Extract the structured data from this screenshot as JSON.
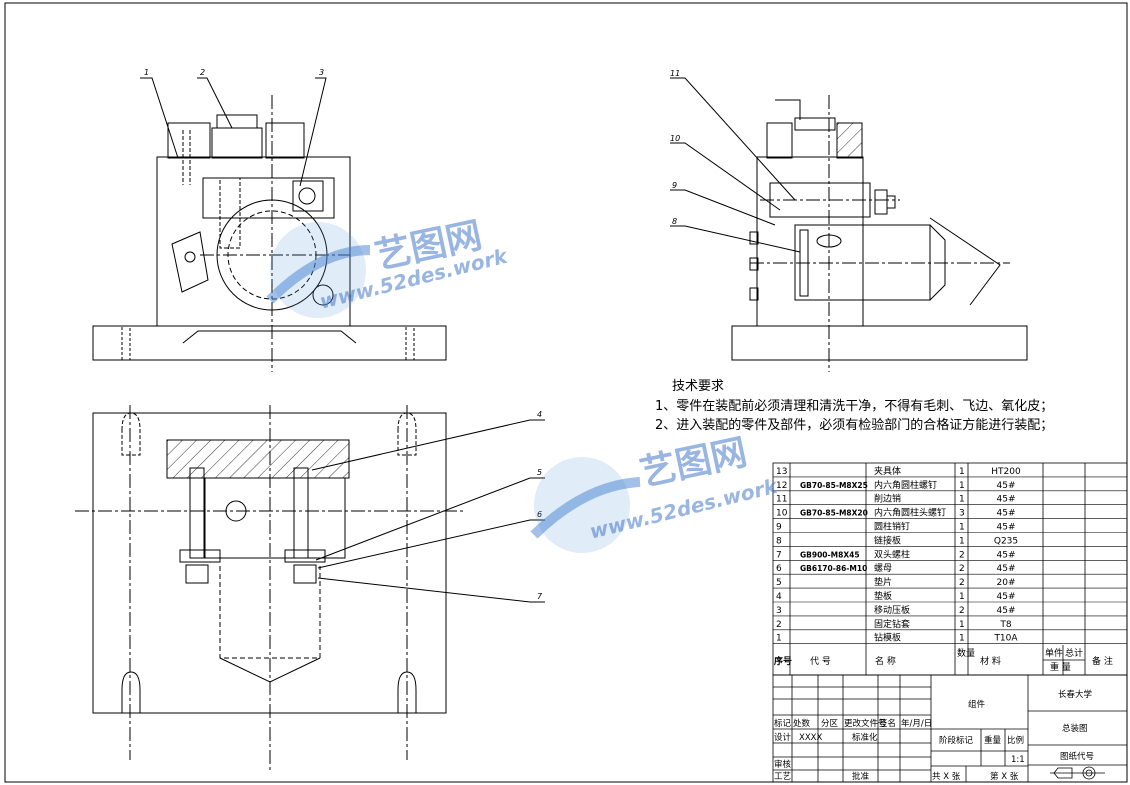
{
  "callouts": [
    "1",
    "2",
    "3",
    "4",
    "5",
    "6",
    "7",
    "8",
    "9",
    "10",
    "11"
  ],
  "technical_requirements": {
    "heading": "技术要求",
    "items": [
      "1、零件在装配前必须清理和清洗干净，不得有毛刺、飞边、氧化皮；",
      "2、进入装配的零件及部件，必须有检验部门的合格证方能进行装配；"
    ]
  },
  "watermark": {
    "logo_text": "艺图网",
    "url": "www.52des.work"
  },
  "bom": {
    "rows": [
      {
        "no": "13",
        "code": "",
        "name": "夹具体",
        "qty": "1",
        "material": "HT200"
      },
      {
        "no": "12",
        "code": "GB70-85-M8X25",
        "name": "内六角圆柱螺钉",
        "qty": "1",
        "material": "45#"
      },
      {
        "no": "11",
        "code": "",
        "name": "削边销",
        "qty": "1",
        "material": "45#"
      },
      {
        "no": "10",
        "code": "GB70-85-M8X20",
        "name": "内六角圆柱头螺钉",
        "qty": "3",
        "material": "45#"
      },
      {
        "no": "9",
        "code": "",
        "name": "圆柱销钉",
        "qty": "1",
        "material": "45#"
      },
      {
        "no": "8",
        "code": "",
        "name": "链接板",
        "qty": "1",
        "material": "Q235"
      },
      {
        "no": "7",
        "code": "GB900-M8X45",
        "name": "双头螺柱",
        "qty": "2",
        "material": "45#"
      },
      {
        "no": "6",
        "code": "GB6170-86-M10",
        "name": "螺母",
        "qty": "2",
        "material": "45#"
      },
      {
        "no": "5",
        "code": "",
        "name": "垫片",
        "qty": "2",
        "material": "20#"
      },
      {
        "no": "4",
        "code": "",
        "name": "垫板",
        "qty": "1",
        "material": "45#"
      },
      {
        "no": "3",
        "code": "",
        "name": "移动压板",
        "qty": "2",
        "material": "45#"
      },
      {
        "no": "2",
        "code": "",
        "name": "固定钻套",
        "qty": "1",
        "material": "T8"
      },
      {
        "no": "1",
        "code": "",
        "name": "钻模板",
        "qty": "1",
        "material": "T10A"
      }
    ],
    "header": {
      "no": "序号",
      "code": "代  号",
      "name": "名  称",
      "qty": "数量",
      "material": "材  料",
      "single": "单件",
      "total": "总计",
      "weight": "重  量",
      "remark": "备  注"
    }
  },
  "title_block": {
    "mark": "标记",
    "count": "处数",
    "zone": "分区",
    "change_doc": "更改文件号",
    "sign": "签名",
    "date": "年/月/日",
    "design": "设计",
    "designer": "XXXX",
    "standard": "标准化",
    "check": "审核",
    "process": "工艺",
    "approve": "批准",
    "assembly": "组件",
    "stage": "阶段标记",
    "weight": "重量",
    "scale_label": "比例",
    "scale": "1:1",
    "school": "长春大学",
    "drawing_name": "总装图",
    "drawing_no": "图纸代号",
    "sheets_total": "共 X 张",
    "sheet_no": "第 X 张"
  }
}
